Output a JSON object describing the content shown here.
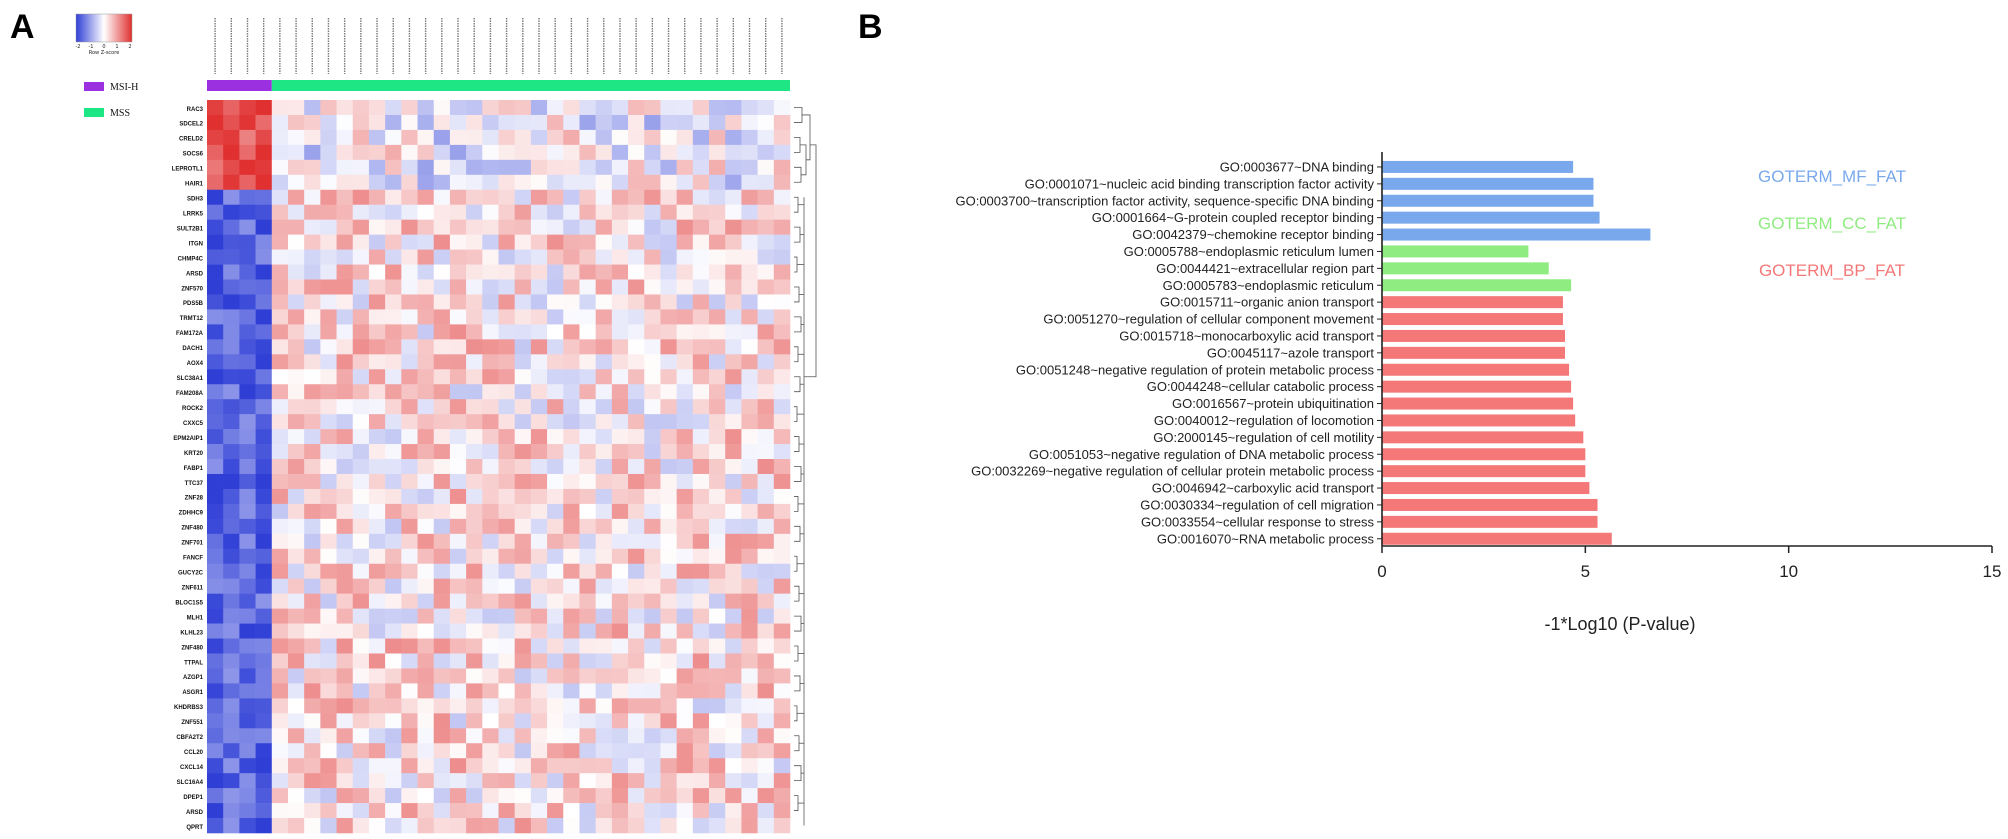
{
  "panels": {
    "a_letter": "A",
    "b_letter": "B"
  },
  "chart_data": [
    {
      "type": "heatmap",
      "panel": "A",
      "colorbar": {
        "label": "Row Z-score",
        "ticks": [
          "-2",
          "-1",
          "0",
          "1",
          "2"
        ],
        "colors": [
          "#2f3fd6",
          "#ffffff",
          "#e03030"
        ]
      },
      "legend": [
        {
          "label": "MSI-H",
          "color": "#9b30e0"
        },
        {
          "label": "MSS",
          "color": "#1ee685"
        }
      ],
      "msi_count": 4,
      "mss_count": 32,
      "genes": [
        "RAC3",
        "SDCEL2",
        "CRELD2",
        "SOCS6",
        "LEPROTL1",
        "HAIR1",
        "SDH3",
        "LRRK5",
        "SULT2B1",
        "ITGN",
        "CHMP4C",
        "ARSD",
        "ZNF570",
        "PDS5B",
        "TRMT12",
        "FAM172A",
        "DACH1",
        "AOX4",
        "SLC38A1",
        "FAM208A",
        "ROCK2",
        "CXXC5",
        "EPM2AIP1",
        "KRT20",
        "FABP1",
        "TTC37",
        "ZNF28",
        "ZDHHC9",
        "ZNF480",
        "ZNF701",
        "FANCF",
        "GUCY2C",
        "ZNF611",
        "BLOC1S5",
        "MLH1",
        "KLHL23",
        "ZNF480",
        "TTPAL",
        "AZGP1",
        "ASGR1",
        "KHDRBS3",
        "ZNF551",
        "CBFA2T2",
        "CCL20",
        "CXCL14",
        "SLC16A4",
        "DPEP1",
        "ARSD",
        "QPRT"
      ]
    },
    {
      "type": "bar",
      "panel": "B",
      "orientation": "horizontal",
      "xlabel": "-1*Log10 (P-value)",
      "xlim": [
        0,
        15
      ],
      "xticks": [
        "0",
        "5",
        "10",
        "15"
      ],
      "categories": [
        "GO:0003677~DNA binding",
        "GO:0001071~nucleic acid binding transcription factor activity",
        "GO:0003700~transcription factor activity, sequence-specific DNA binding",
        "GO:0001664~G-protein coupled receptor binding",
        "GO:0042379~chemokine receptor binding",
        "GO:0005788~endoplasmic reticulum lumen",
        "GO:0044421~extracellular region part",
        "GO:0005783~endoplasmic reticulum",
        "GO:0015711~organic anion transport",
        "GO:0051270~regulation of cellular component movement",
        "GO:0015718~monocarboxylic acid transport",
        "GO:0045117~azole transport",
        "GO:0051248~negative regulation of protein metabolic process",
        "GO:0044248~cellular catabolic process",
        "GO:0016567~protein ubiquitination",
        "GO:0040012~regulation of locomotion",
        "GO:2000145~regulation of cell motility",
        "GO:0051053~negative regulation of DNA metabolic process",
        "GO:0032269~negative regulation of cellular protein metabolic process",
        "GO:0046942~carboxylic acid transport",
        "GO:0030334~regulation of cell migration",
        "GO:0033554~cellular response to stress",
        "GO:0016070~RNA metabolic process"
      ],
      "values": [
        4.7,
        5.2,
        5.2,
        5.35,
        6.6,
        3.6,
        4.1,
        4.65,
        4.45,
        4.45,
        4.5,
        4.5,
        4.6,
        4.65,
        4.7,
        4.75,
        4.95,
        5.0,
        5.0,
        5.1,
        5.3,
        5.3,
        5.65
      ],
      "groups": [
        "MF",
        "MF",
        "MF",
        "MF",
        "MF",
        "CC",
        "CC",
        "CC",
        "BP",
        "BP",
        "BP",
        "BP",
        "BP",
        "BP",
        "BP",
        "BP",
        "BP",
        "BP",
        "BP",
        "BP",
        "BP",
        "BP",
        "BP"
      ],
      "series": [
        {
          "name": "GOTERM_MF_FAT",
          "key": "MF",
          "color": "#79a9ec"
        },
        {
          "name": "GOTERM_CC_FAT",
          "key": "CC",
          "color": "#8fec80"
        },
        {
          "name": "GOTERM_BP_FAT",
          "key": "BP",
          "color": "#f47878"
        }
      ],
      "legend_position": "top-right"
    }
  ]
}
